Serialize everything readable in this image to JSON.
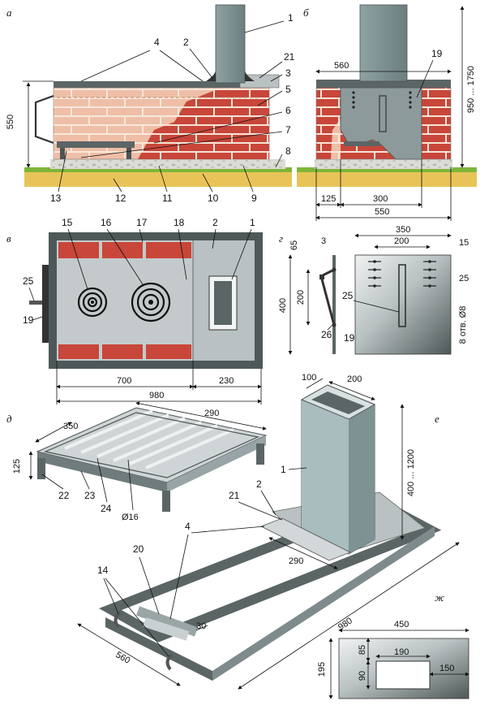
{
  "panels": {
    "a": "а",
    "b": "б",
    "v": "в",
    "g": "г",
    "d": "д",
    "e": "е",
    "zh": "ж"
  },
  "callouts": {
    "n1": "1",
    "n2": "2",
    "n3": "3",
    "n4": "4",
    "n5": "5",
    "n6": "6",
    "n7": "7",
    "n8": "8",
    "n9": "9",
    "n10": "10",
    "n11": "11",
    "n12": "12",
    "n13": "13",
    "n14": "14",
    "n15": "15",
    "n16": "16",
    "n17": "17",
    "n18": "18",
    "n19": "19",
    "n20": "20",
    "n21": "21",
    "n22": "22",
    "n23": "23",
    "n24": "24",
    "n25": "25",
    "n26": "26"
  },
  "dims": {
    "a_550": "550",
    "b_560": "560",
    "b_height": "950 ... 1750",
    "b_125": "125",
    "b_300": "300",
    "b_550": "550",
    "v_700": "700",
    "v_230": "230",
    "v_980": "980",
    "g_350": "350",
    "g_200": "200",
    "g_65": "65",
    "g_3": "3",
    "g_15": "15",
    "g_25": "25",
    "g_400": "400",
    "g_200v": "200",
    "g_holes": "8 отв. Ø8",
    "d_350": "350",
    "d_290": "290",
    "d_125": "125",
    "d_phi16": "Ø16",
    "e_100": "100",
    "e_200": "200",
    "e_height": "400 ... 1200",
    "e_290": "290",
    "e_980": "980",
    "e_560": "560",
    "e_30": "30",
    "zh_450": "450",
    "zh_190": "190",
    "zh_85": "85",
    "zh_90": "90",
    "zh_150": "150",
    "zh_195": "195"
  },
  "colors": {
    "brick": "#c8463a",
    "brick_light": "#f0c1a8",
    "mortar": "#f4e3d4",
    "steel": "#9eaaab",
    "steel_dark": "#4c5454",
    "ground": "#e8c458",
    "grass": "#7fb53a"
  }
}
